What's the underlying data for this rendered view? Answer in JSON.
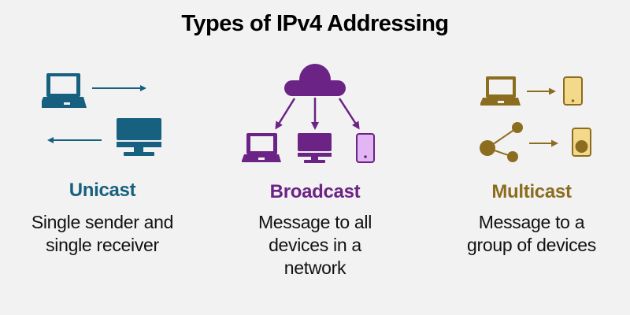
{
  "title": "Types of IPv4 Addressing",
  "colors": {
    "unicast": "#17607f",
    "broadcast": "#6b2385",
    "broadcast_light": "#e2b6f2",
    "multicast": "#8c6d1f",
    "multicast_light": "#f3d98a",
    "background": "#f2f2f2"
  },
  "columns": [
    {
      "label": "Unicast",
      "description_lines": [
        "Single sender and",
        "single receiver"
      ],
      "icons": [
        "laptop-icon",
        "arrow-right-icon",
        "desktop-monitor-icon",
        "arrow-left-icon"
      ]
    },
    {
      "label": "Broadcast",
      "description_lines": [
        "Message to all",
        "devices in a",
        "network"
      ],
      "icons": [
        "cloud-icon",
        "arrow-down-left-icon",
        "arrow-down-icon",
        "arrow-down-right-icon",
        "laptop-icon",
        "desktop-monitor-icon",
        "tablet-icon"
      ]
    },
    {
      "label": "Multicast",
      "description_lines": [
        "Message to a",
        "group of devices"
      ],
      "icons": [
        "laptop-icon",
        "arrow-right-icon",
        "tablet-icon",
        "share-icon",
        "arrow-right-icon",
        "speaker-device-icon"
      ]
    }
  ]
}
